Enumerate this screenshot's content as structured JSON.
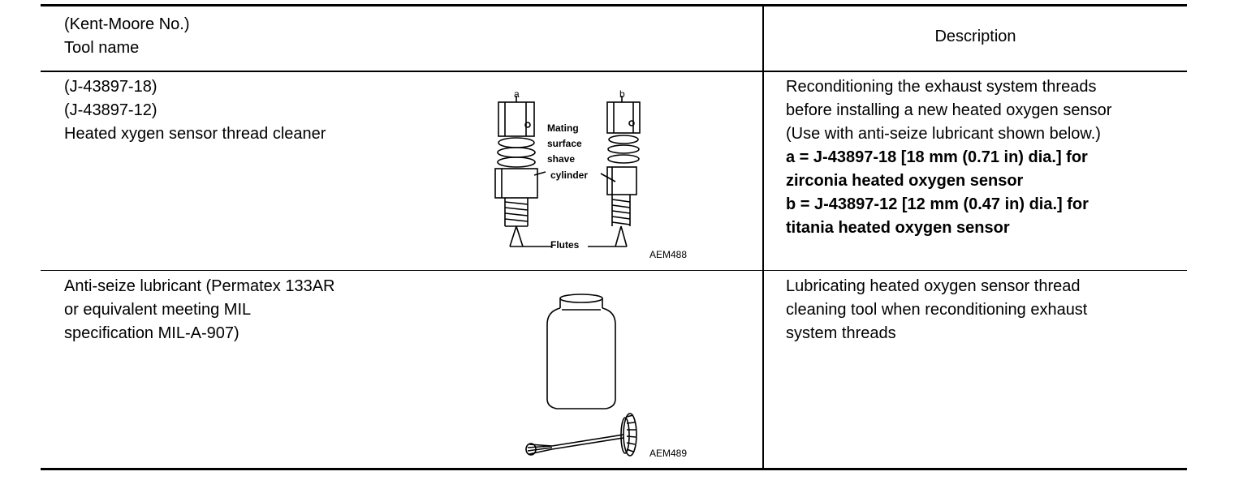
{
  "header": {
    "tool_line1": "(Kent-Moore No.)",
    "tool_line2": "Tool name",
    "description": "Description"
  },
  "rows": [
    {
      "tool_lines": [
        "(J-43897-18)",
        "(J-43897-12)",
        "Heated xygen sensor thread cleaner"
      ],
      "description_lines": [
        "Reconditioning the exhaust system threads",
        "before installing a new heated oxygen sensor",
        "(Use with anti-seize lubricant shown below.)"
      ],
      "description_bold_lines": [
        "a = J-43897-18 [18 mm (0.71 in) dia.] for",
        "zirconia heated oxygen sensor",
        "b = J-43897-12 [12 mm (0.47 in) dia.] for",
        "titania heated oxygen sensor"
      ],
      "figure": {
        "label_a": "a",
        "label_b": "b",
        "callout_lines": [
          "Mating",
          "surface",
          "shave",
          "cylinder"
        ],
        "flutes_label": "Flutes",
        "code": "AEM488"
      }
    },
    {
      "tool_lines": [
        "Anti-seize lubricant (Permatex 133AR",
        "or equivalent meeting MIL",
        "specification MIL-A-907)"
      ],
      "description_lines": [
        "Lubricating heated oxygen sensor thread",
        "cleaning tool when reconditioning exhaust",
        "system threads"
      ],
      "figure": {
        "code": "AEM489"
      }
    }
  ]
}
